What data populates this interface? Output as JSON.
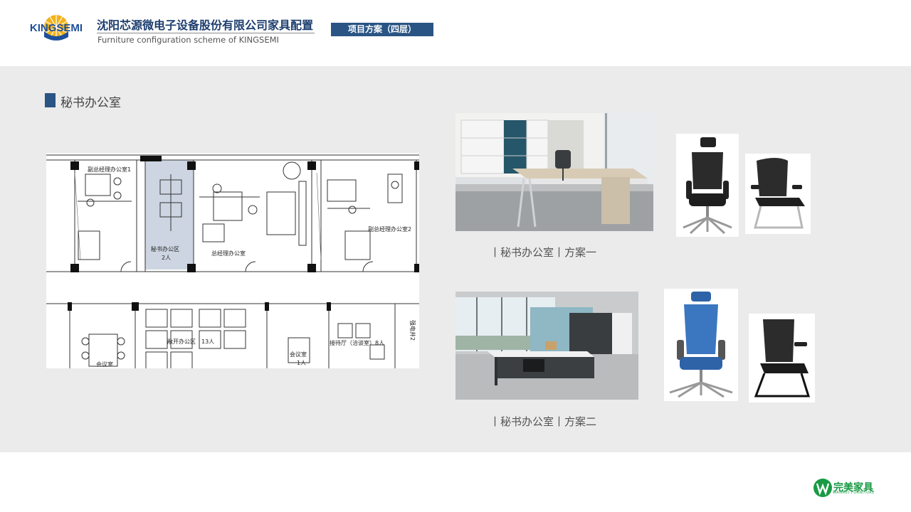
{
  "header": {
    "logo_text": "KINGSEMI",
    "title": "沈阳芯源微电子设备股份有限公司家具配置",
    "subtitle": "Furniture configuration scheme of KINGSEMI",
    "badge": "项目方案（四层）"
  },
  "section": {
    "title": "秘书办公室"
  },
  "floorplan": {
    "labels": {
      "vp_office_1": "副总经理办公室1",
      "vp_office_2": "副总经理办公室2",
      "secretary_area": "秘书办公区",
      "secretary_count": "2人",
      "gm_office": "总经理办公室",
      "open_office": "敞开办公区",
      "open_count": "13人",
      "meeting_room_a": "会议室",
      "meeting_room_b": "会议室",
      "reception": "接待厅（洽谈室）8人",
      "elevator": "强电井2",
      "one_person": "1人"
    },
    "highlight_color": "#ccd5e1"
  },
  "options": [
    {
      "caption": "丨秘书办公室丨方案一"
    },
    {
      "caption": "丨秘书办公室丨方案二"
    }
  ],
  "footer": {
    "brand_cn": "完美家具",
    "brand_en": "WANMEI FURNITURE"
  },
  "colors": {
    "accent": "#2a5484",
    "panel": "#ebebeb",
    "brand_green": "#1a9a44"
  }
}
